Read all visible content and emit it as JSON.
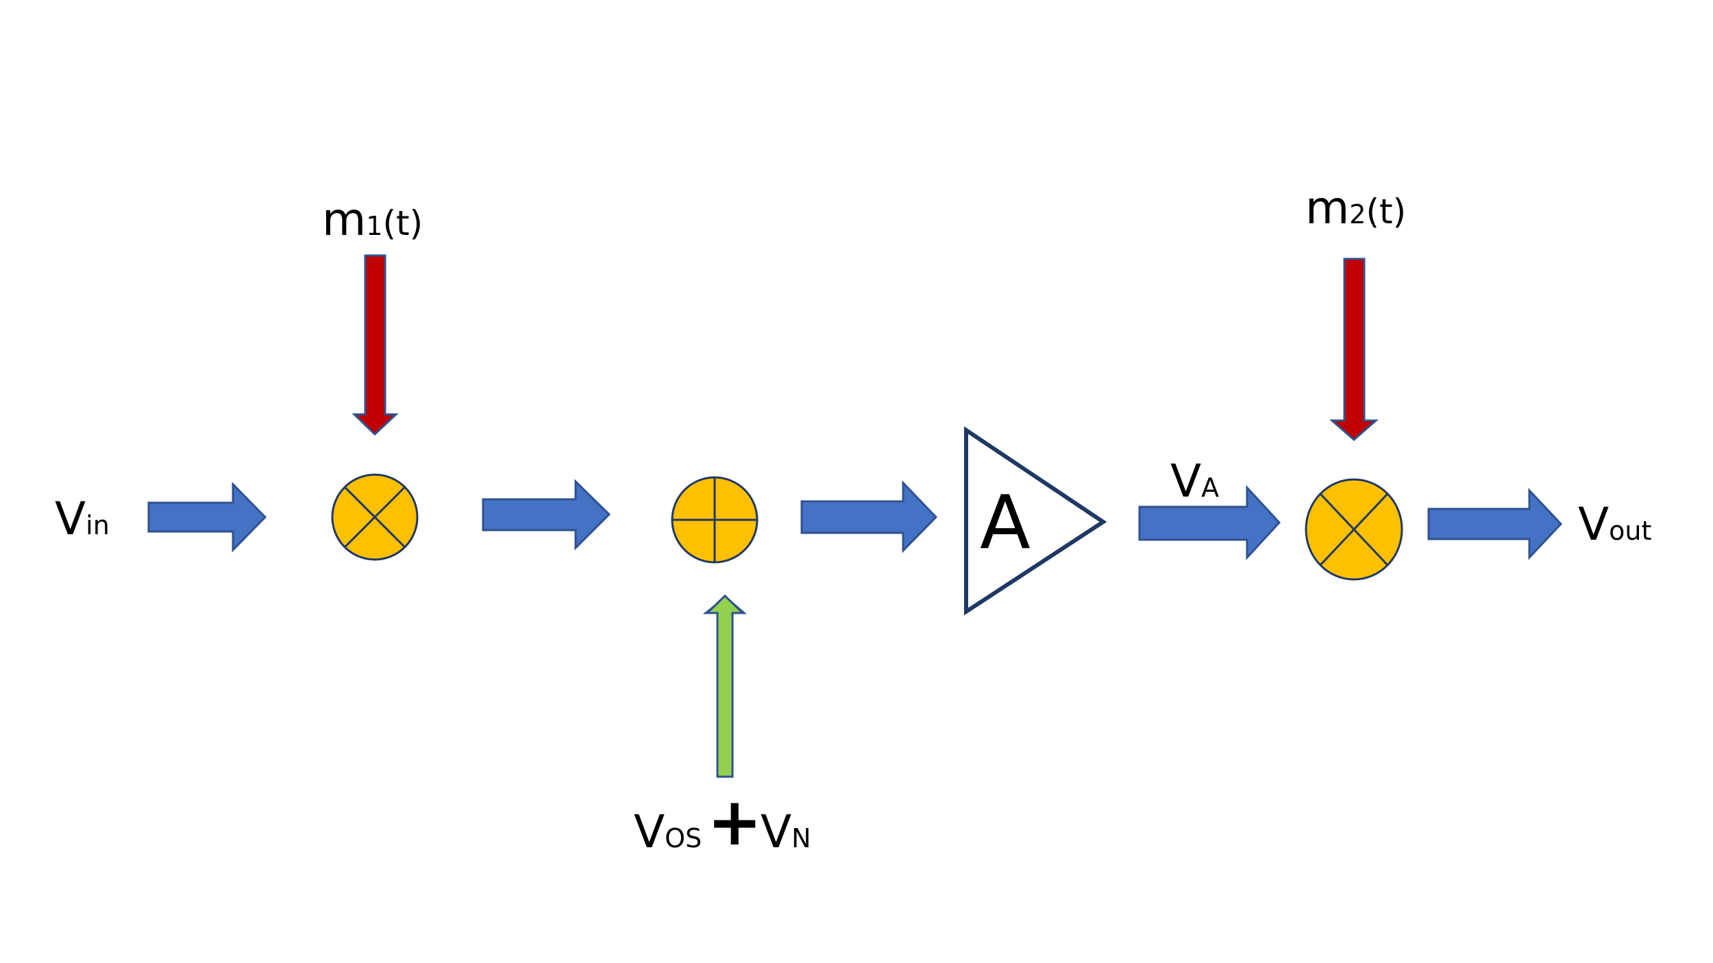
{
  "labels": {
    "vin_main": "V",
    "vin_sub": "in",
    "m1_main": "m",
    "m1_sub": "1",
    "m1_rest": "(t)",
    "m2_main": "m",
    "m2_sub": "2",
    "m2_rest": "(t)",
    "va_main": "V",
    "va_sub": "A",
    "vout_main": "V",
    "vout_sub": "out",
    "vos_main": "V",
    "vos_sub": "OS",
    "plus": "+",
    "vn_main": "V",
    "vn_sub": "N",
    "amp_gain": "A"
  },
  "colors": {
    "signal_arrow": "#4472C4",
    "modulator_arrow": "#C00000",
    "offset_arrow": "#92D050",
    "node_fill": "#FFC000",
    "amp_stroke": "#1F3864"
  }
}
